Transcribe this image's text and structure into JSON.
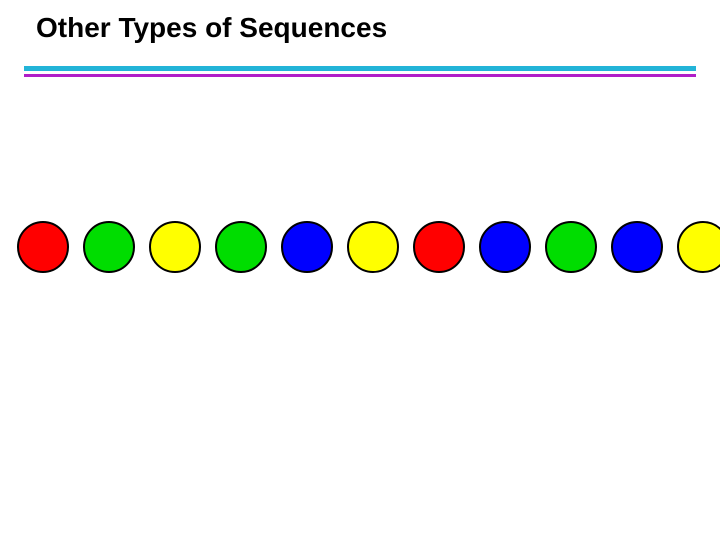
{
  "slide": {
    "title": "Other Types of Sequences"
  },
  "colors": {
    "rule_top": "#22b4d8",
    "rule_bottom": "#b01ec8",
    "outline": "#000000",
    "red": "#ff0000",
    "green": "#00dd00",
    "yellow": "#ffff00",
    "blue": "#0000ff"
  },
  "sequence": [
    "red",
    "green",
    "yellow",
    "green",
    "blue",
    "yellow",
    "red",
    "blue",
    "green",
    "blue",
    "yellow"
  ]
}
